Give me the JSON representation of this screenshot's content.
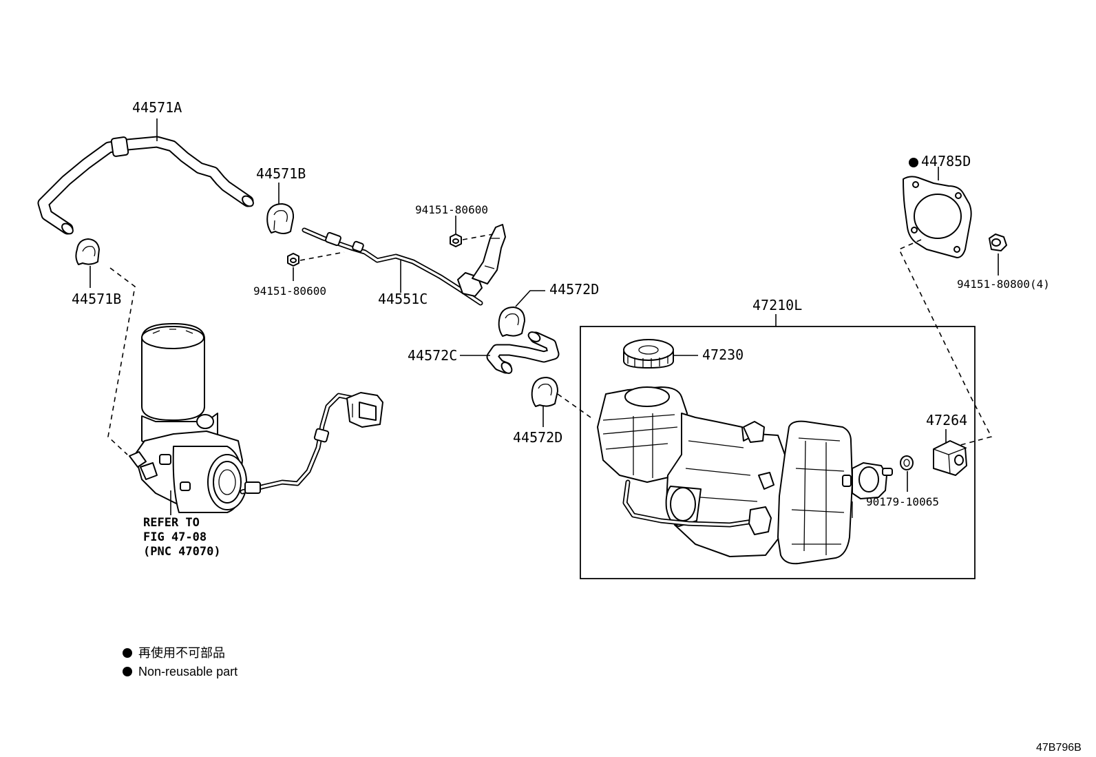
{
  "parts": {
    "p44571A": "44571A",
    "p44571B_top": "44571B",
    "p44571B_left": "44571B",
    "p94151_80600_top": "94151-80600",
    "p94151_80600_left": "94151-80600",
    "p44551C": "44551C",
    "p44572D_top": "44572D",
    "p44572C": "44572C",
    "p44572D_bottom": "44572D",
    "p44785D": "44785D",
    "p94151_80800": "94151-80800(4)",
    "p47210L": "47210L",
    "p47230": "47230",
    "p47264": "47264",
    "p90179_10065": "90179-10065"
  },
  "refer": {
    "line1": "REFER TO",
    "line2": "FIG 47-08",
    "line3": "(PNC 47070)"
  },
  "legend": {
    "line_jp": "再使用不可部品",
    "line_en": "Non-reusable part"
  },
  "figure_code": "47B796B",
  "colors": {
    "ink": "#000000",
    "paper": "#ffffff"
  }
}
